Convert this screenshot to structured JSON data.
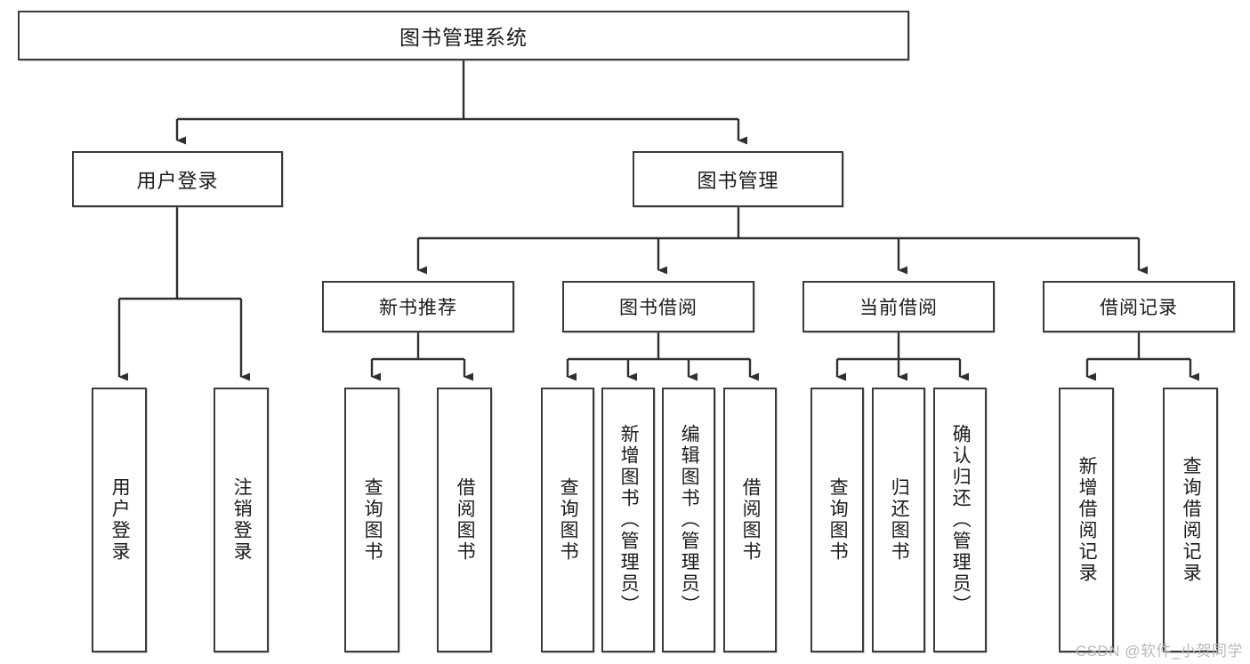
{
  "diagram": {
    "title": "图书管理系统",
    "type": "tree-hierarchy",
    "watermark": "CSDN @软件_小贺同学",
    "colors": {
      "border": "#3b3b3b",
      "line": "#2f2f2f",
      "text": "#1b1b1b",
      "background": "#ffffff",
      "watermark": "#b9b9b9"
    },
    "root": {
      "label": "图书管理系统"
    },
    "level1": [
      {
        "label": "用户登录"
      },
      {
        "label": "图书管理"
      }
    ],
    "level2": [
      {
        "label": "新书推荐"
      },
      {
        "label": "图书借阅"
      },
      {
        "label": "当前借阅"
      },
      {
        "label": "借阅记录"
      }
    ],
    "leaves": {
      "user_login": [
        {
          "label": "用户登录"
        },
        {
          "label": "注销登录"
        }
      ],
      "new_book_rec": [
        {
          "label": "查询图书"
        },
        {
          "label": "借阅图书"
        }
      ],
      "book_borrow": [
        {
          "label": "查询图书"
        },
        {
          "label": "新增图书（管理员）"
        },
        {
          "label": "编辑图书（管理员）"
        },
        {
          "label": "借阅图书"
        }
      ],
      "current_borrow": [
        {
          "label": "查询图书"
        },
        {
          "label": "归还图书"
        },
        {
          "label": "确认归还（管理员）"
        }
      ],
      "borrow_record": [
        {
          "label": "新增借阅记录"
        },
        {
          "label": "查询借阅记录"
        }
      ]
    }
  }
}
